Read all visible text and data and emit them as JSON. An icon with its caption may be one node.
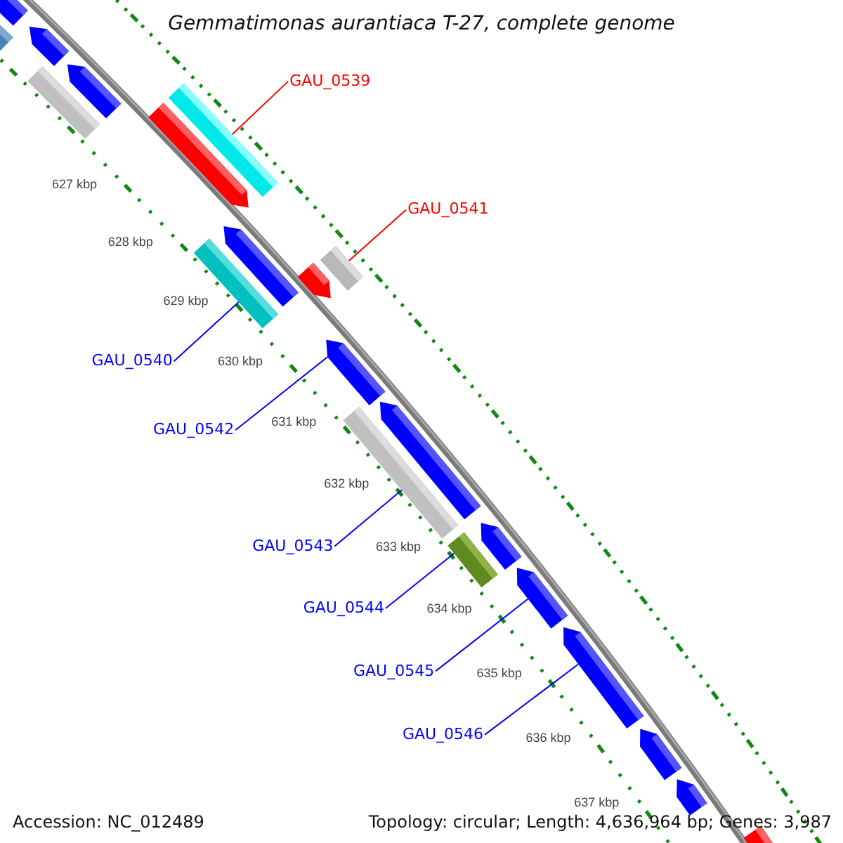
{
  "diagram": {
    "title": "Gemmatimonas aurantiaca T-27, complete genome",
    "nodes": [
      {
        "text": [
          "GAU_0539"
        ]
      },
      {
        "text": [
          "GAU_0541"
        ]
      },
      {
        "text": [
          "GAU_0540"
        ]
      },
      {
        "text": [
          "GAU_0542"
        ]
      },
      {
        "text": [
          "GAU_0543"
        ]
      },
      {
        "text": [
          "GAU_0544"
        ]
      },
      {
        "text": [
          "GAU_0545"
        ]
      },
      {
        "text": [
          "GAU_0546"
        ]
      },
      {
        "text": [],
        "shape": "pentagon"
      },
      {
        "text": [],
        "shape": "bar"
      },
      {
        "text": [],
        "shape": "pentagon"
      },
      {
        "text": [],
        "shape": "bar"
      },
      {
        "text": [],
        "shape": "pentagon"
      },
      {
        "text": [],
        "shape": "pentagon"
      },
      {
        "text": [],
        "shape": "bar"
      },
      {
        "text": [],
        "shape": "pentagon"
      },
      {
        "text": [],
        "shape": "bar"
      },
      {
        "text": [],
        "shape": "pentagon"
      },
      {
        "text": [],
        "shape": "bar"
      },
      {
        "text": [],
        "shape": "pentagon"
      },
      {
        "text": [],
        "shape": "pentagon"
      },
      {
        "text": [],
        "shape": "bar"
      },
      {
        "text": [],
        "shape": "bar"
      },
      {
        "text": [],
        "shape": "pentagon"
      },
      {
        "text": [],
        "shape": "pentagon"
      },
      {
        "text": [],
        "shape": "pentagon"
      },
      {
        "text": [],
        "shape": "pentagon"
      },
      {
        "text": [],
        "shape": "pentagon"
      },
      {
        "text": [],
        "shape": "pentagon"
      }
    ],
    "edges": [
      {
        "from": 0,
        "to": 14,
        "arrow": "none",
        "color": "#ff0000"
      },
      {
        "from": 1,
        "to": 18,
        "arrow": "none",
        "color": "#ff0000"
      },
      {
        "from": 2,
        "to": 16,
        "arrow": "none"
      },
      {
        "from": 3,
        "to": 19,
        "arrow": "none"
      },
      {
        "from": 4,
        "to": 21,
        "arrow": "none"
      },
      {
        "from": 5,
        "to": 22,
        "arrow": "none"
      },
      {
        "from": 6,
        "to": 24,
        "arrow": "none"
      },
      {
        "from": 7,
        "to": 25,
        "arrow": "none"
      }
    ],
    "labels": [
      "627 kbp",
      "628 kbp",
      "629 kbp",
      "630 kbp",
      "631 kbp",
      "632 kbp",
      "633 kbp",
      "634 kbp",
      "635 kbp",
      "636 kbp",
      "637 kbp",
      "Accession: NC_012489",
      "Topology: circular; Length: 4,636,964 bp; Genes: 3,987"
    ]
  }
}
